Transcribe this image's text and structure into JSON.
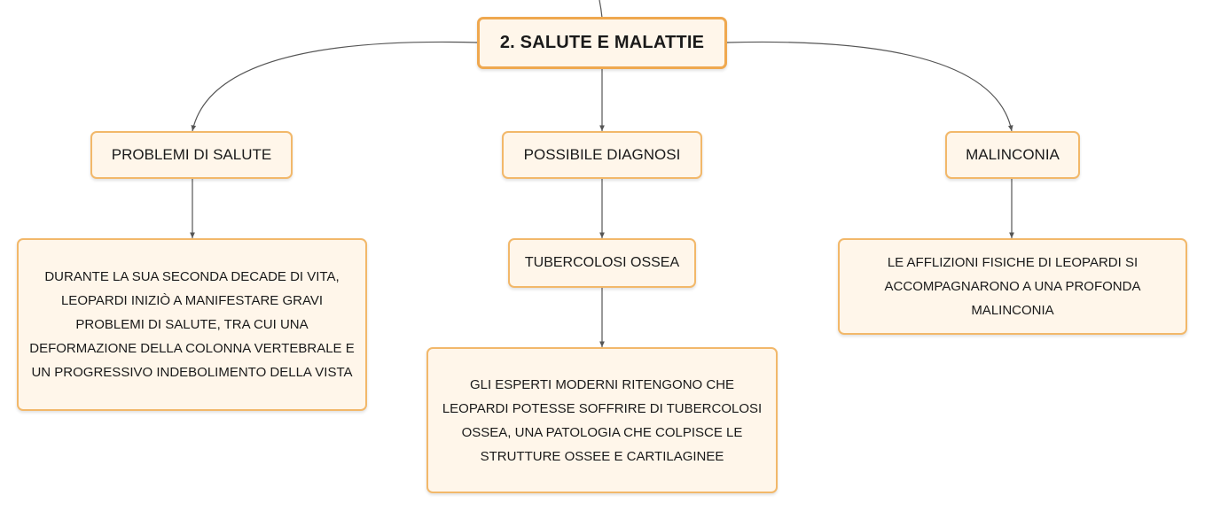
{
  "diagram": {
    "root": {
      "label": "2. SALUTE E MALATTIE"
    },
    "branches": [
      {
        "label": "PROBLEMI DI SALUTE",
        "detail": "DURANTE LA SUA SECONDA DECADE DI VITA, LEOPARDI INIZIÒ A MANIFESTARE GRAVI PROBLEMI DI SALUTE, TRA CUI UNA DEFORMAZIONE DELLA COLONNA VERTEBRALE E UN PROGRESSIVO INDEBOLIMENTO DELLA VISTA"
      },
      {
        "label": "POSSIBILE DIAGNOSI",
        "sub": {
          "label": "TUBERCOLOSI OSSEA",
          "detail": "GLI ESPERTI MODERNI RITENGONO CHE LEOPARDI POTESSE SOFFRIRE DI TUBERCOLOSI OSSEA, UNA PATOLOGIA CHE COLPISCE LE STRUTTURE OSSEE E CARTILAGINEE"
        }
      },
      {
        "label": "MALINCONIA",
        "detail": "LE AFFLIZIONI FISICHE DI LEOPARDI SI ACCOMPAGNARONO A UNA PROFONDA MALINCONIA"
      }
    ]
  }
}
